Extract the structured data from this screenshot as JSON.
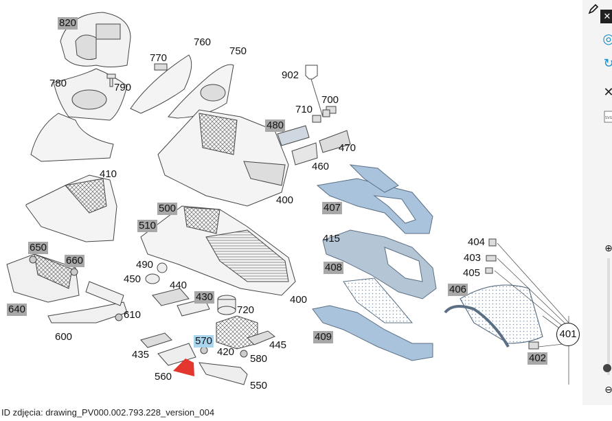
{
  "caption": "ID zdjęcia: drawing_PV000.002.793.228_version_004",
  "labels": [
    {
      "text": "820",
      "style": "grey"
    },
    {
      "text": "770",
      "style": "plain"
    },
    {
      "text": "760",
      "style": "plain"
    },
    {
      "text": "750",
      "style": "plain"
    },
    {
      "text": "780",
      "style": "plain"
    },
    {
      "text": "790",
      "style": "plain"
    },
    {
      "text": "902",
      "style": "plain"
    },
    {
      "text": "700",
      "style": "plain"
    },
    {
      "text": "710",
      "style": "plain"
    },
    {
      "text": "480",
      "style": "grey"
    },
    {
      "text": "470",
      "style": "plain"
    },
    {
      "text": "460",
      "style": "plain"
    },
    {
      "text": "410",
      "style": "plain"
    },
    {
      "text": "400",
      "style": "plain"
    },
    {
      "text": "407",
      "style": "grey"
    },
    {
      "text": "500",
      "style": "grey"
    },
    {
      "text": "510",
      "style": "grey"
    },
    {
      "text": "415",
      "style": "plain"
    },
    {
      "text": "408",
      "style": "grey"
    },
    {
      "text": "650",
      "style": "grey"
    },
    {
      "text": "660",
      "style": "grey"
    },
    {
      "text": "490",
      "style": "plain"
    },
    {
      "text": "450",
      "style": "plain"
    },
    {
      "text": "440",
      "style": "plain"
    },
    {
      "text": "430",
      "style": "grey"
    },
    {
      "text": "720",
      "style": "plain"
    },
    {
      "text": "400",
      "style": "plain"
    },
    {
      "text": "404",
      "style": "plain"
    },
    {
      "text": "403",
      "style": "plain"
    },
    {
      "text": "405",
      "style": "plain"
    },
    {
      "text": "406",
      "style": "grey"
    },
    {
      "text": "640",
      "style": "grey"
    },
    {
      "text": "610",
      "style": "plain"
    },
    {
      "text": "600",
      "style": "plain"
    },
    {
      "text": "409",
      "style": "grey"
    },
    {
      "text": "570",
      "style": "blue"
    },
    {
      "text": "445",
      "style": "plain"
    },
    {
      "text": "435",
      "style": "plain"
    },
    {
      "text": "420",
      "style": "plain"
    },
    {
      "text": "580",
      "style": "plain"
    },
    {
      "text": "401",
      "style": "circle"
    },
    {
      "text": "402",
      "style": "grey"
    },
    {
      "text": "560",
      "style": "plain"
    },
    {
      "text": "550",
      "style": "plain"
    }
  ],
  "toolbar": {
    "icons": [
      "edit-icon",
      "close-icon",
      "target-icon",
      "refresh-icon",
      "crossed-tool-icon",
      "svg-file-icon"
    ]
  },
  "colors": {
    "highlight_grey": "#a8a8a8",
    "highlight_blue": "#a8d4ec",
    "part_blue": "#a9c3dc",
    "arrow_red": "#e2362f"
  }
}
